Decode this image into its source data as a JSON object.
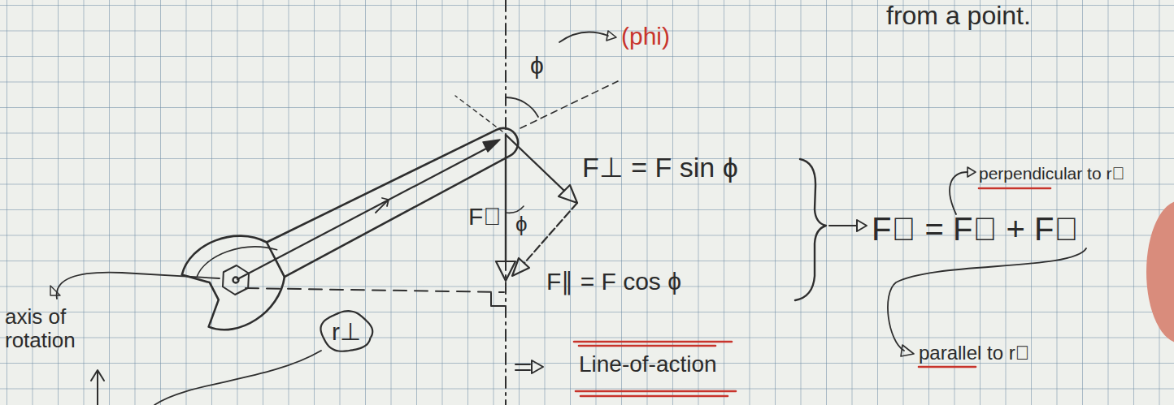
{
  "diagram": {
    "nodes": [
      {
        "text": [
          "r⊥"
        ]
      }
    ],
    "labels": [
      "from a point.",
      "(phi)",
      "ϕ",
      "F⊥ = F sin ϕ",
      "F⃗",
      "ϕ",
      "F∥ = F cos ϕ",
      "F⃗ = F⊥ + F∥",
      "perpendicular to r⃗",
      "parallel to r⃗",
      "axis of rotation",
      "Line-of-action"
    ]
  }
}
